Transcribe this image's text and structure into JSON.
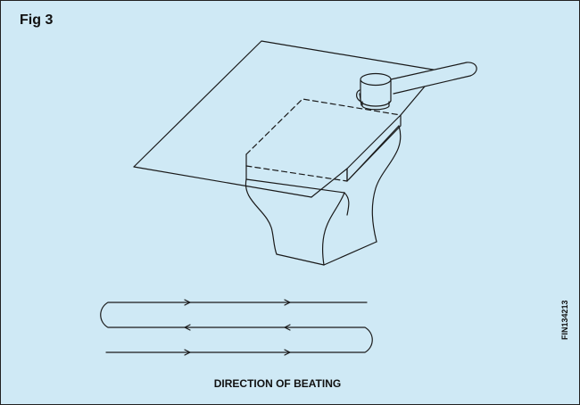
{
  "figure": {
    "label": "Fig 3",
    "caption": "DIRECTION OF BEATING",
    "code": "FIN134213"
  },
  "colors": {
    "background": "#cfe9f5",
    "stroke": "#1a1a1a"
  },
  "icons": {
    "hammer": "hammer-icon",
    "anvil": "anvil-icon",
    "sheet": "metal-sheet-icon"
  }
}
